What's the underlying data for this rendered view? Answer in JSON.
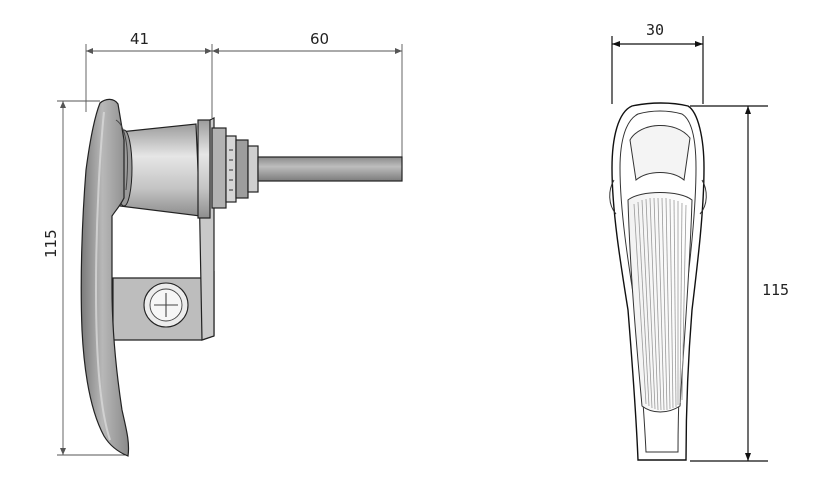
{
  "side_view": {
    "dim_width_handle": "41",
    "dim_shaft_length": "60",
    "dim_height": "115"
  },
  "front_view": {
    "dim_width": "30",
    "dim_height": "115"
  },
  "colors": {
    "handle_fill": "#a9a9a9",
    "handle_dark": "#6e6e6e",
    "body_light": "#d4d4d4",
    "line": "#222222"
  }
}
